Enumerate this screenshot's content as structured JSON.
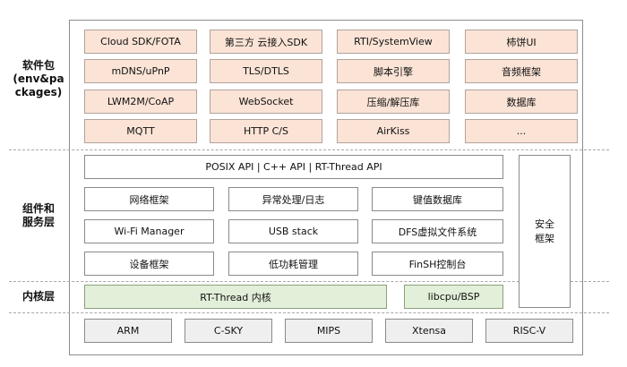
{
  "layers": {
    "packages": "软件包\n(env&pa\nckages)",
    "services": "组件和\n服务层",
    "kernel": "内核层"
  },
  "packages": [
    [
      "Cloud SDK/FOTA",
      "第三方 云接入SDK",
      "RTI/SystemView",
      "柿饼UI"
    ],
    [
      "mDNS/uPnP",
      "TLS/DTLS",
      "脚本引擎",
      "音频框架"
    ],
    [
      "LWM2M/CoAP",
      "WebSocket",
      "压缩/解压库",
      "数据库"
    ],
    [
      "MQTT",
      "HTTP C/S",
      "AirKiss",
      "..."
    ]
  ],
  "services": {
    "api": "POSIX API  |  C++ API  |  RT-Thread API",
    "rows": [
      [
        "网络框架",
        "异常处理/日志",
        "键值数据库"
      ],
      [
        "Wi-Fi Manager",
        "USB stack",
        "DFS虚拟文件系统"
      ],
      [
        "设备框架",
        "低功耗管理",
        "FinSH控制台"
      ]
    ],
    "security": "安全\n框架"
  },
  "kernel": {
    "core": "RT-Thread  内核",
    "libcpu": "libcpu/BSP"
  },
  "arch": [
    "ARM",
    "C-SKY",
    "MIPS",
    "Xtensa",
    "RISC-V"
  ]
}
